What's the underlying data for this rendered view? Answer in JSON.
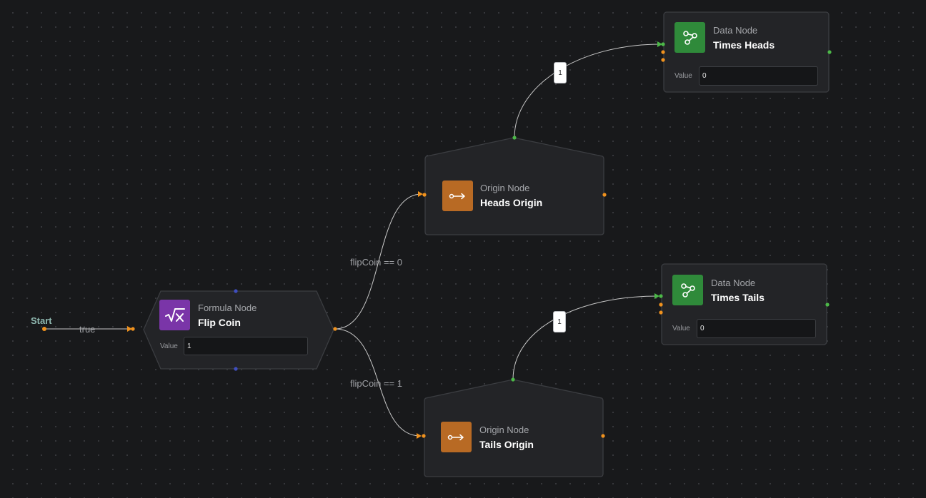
{
  "start": {
    "label": "Start",
    "edge_label": "true"
  },
  "flip_coin": {
    "type_label": "Formula Node",
    "name": "Flip Coin",
    "value_label": "Value",
    "value": "1",
    "icon": "sqrt-x-icon",
    "color": "#7a35a8"
  },
  "heads_origin": {
    "type_label": "Origin Node",
    "name": "Heads Origin",
    "icon": "origin-arrow-icon",
    "color": "#b86a24"
  },
  "tails_origin": {
    "type_label": "Origin Node",
    "name": "Tails Origin",
    "icon": "origin-arrow-icon",
    "color": "#b86a24"
  },
  "times_heads": {
    "type_label": "Data Node",
    "name": "Times Heads",
    "value_label": "Value",
    "value": "0",
    "icon": "share-nodes-icon",
    "color": "#2f8a3a"
  },
  "times_tails": {
    "type_label": "Data Node",
    "name": "Times Tails",
    "value_label": "Value",
    "value": "0",
    "icon": "share-nodes-icon",
    "color": "#2f8a3a"
  },
  "edges": {
    "heads_condition": "flipCoin == 0",
    "tails_condition": "flipCoin == 1",
    "heads_increment": "1",
    "tails_increment": "1"
  },
  "colors": {
    "flow_port": "#f0921e",
    "data_port": "#4cb848",
    "aux_port": "#3f4ebf",
    "wire": "#c8c8c8"
  }
}
